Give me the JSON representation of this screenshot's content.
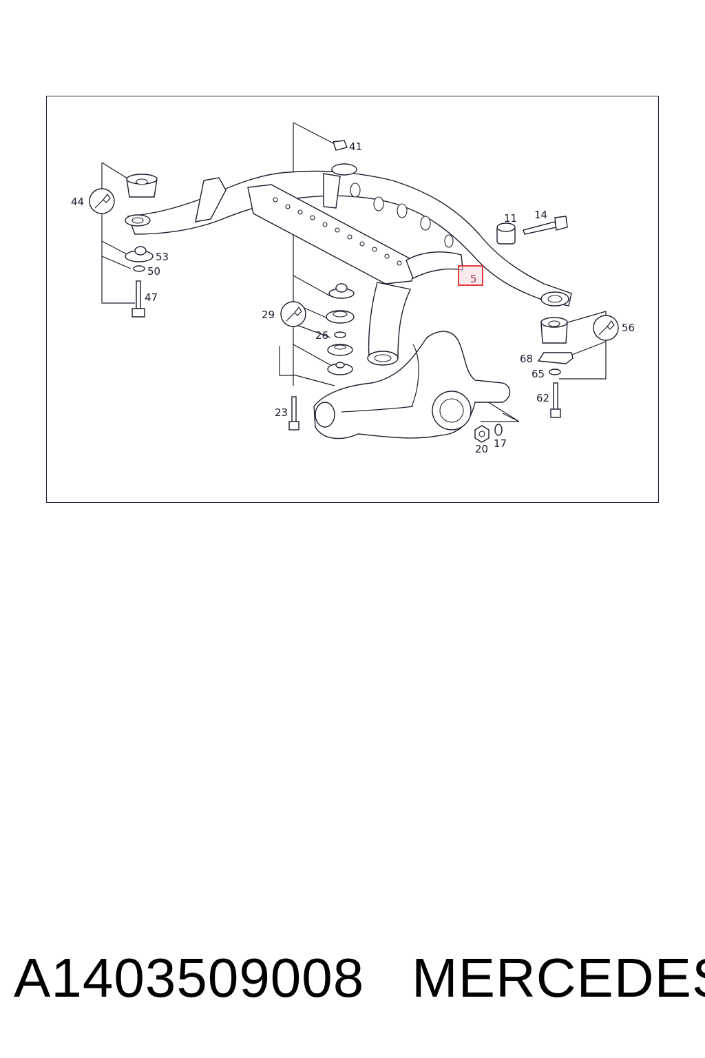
{
  "diagram": {
    "labels": {
      "l41": "41",
      "l44": "44",
      "l53": "53",
      "l50": "50",
      "l47": "47",
      "l11": "11",
      "l14": "14",
      "l5": "5",
      "l29": "29",
      "l26": "26",
      "l56": "56",
      "l68": "68",
      "l65": "65",
      "l62": "62",
      "l23": "23",
      "l20": "20",
      "l17": "17"
    },
    "highlighted_part": "5",
    "highlight_color": "#e23a3a",
    "icons": [
      "wrench-icon",
      "wrench-icon",
      "wrench-icon"
    ]
  },
  "footer": {
    "part_number": "A1403509008",
    "brand": "MERCEDES"
  }
}
